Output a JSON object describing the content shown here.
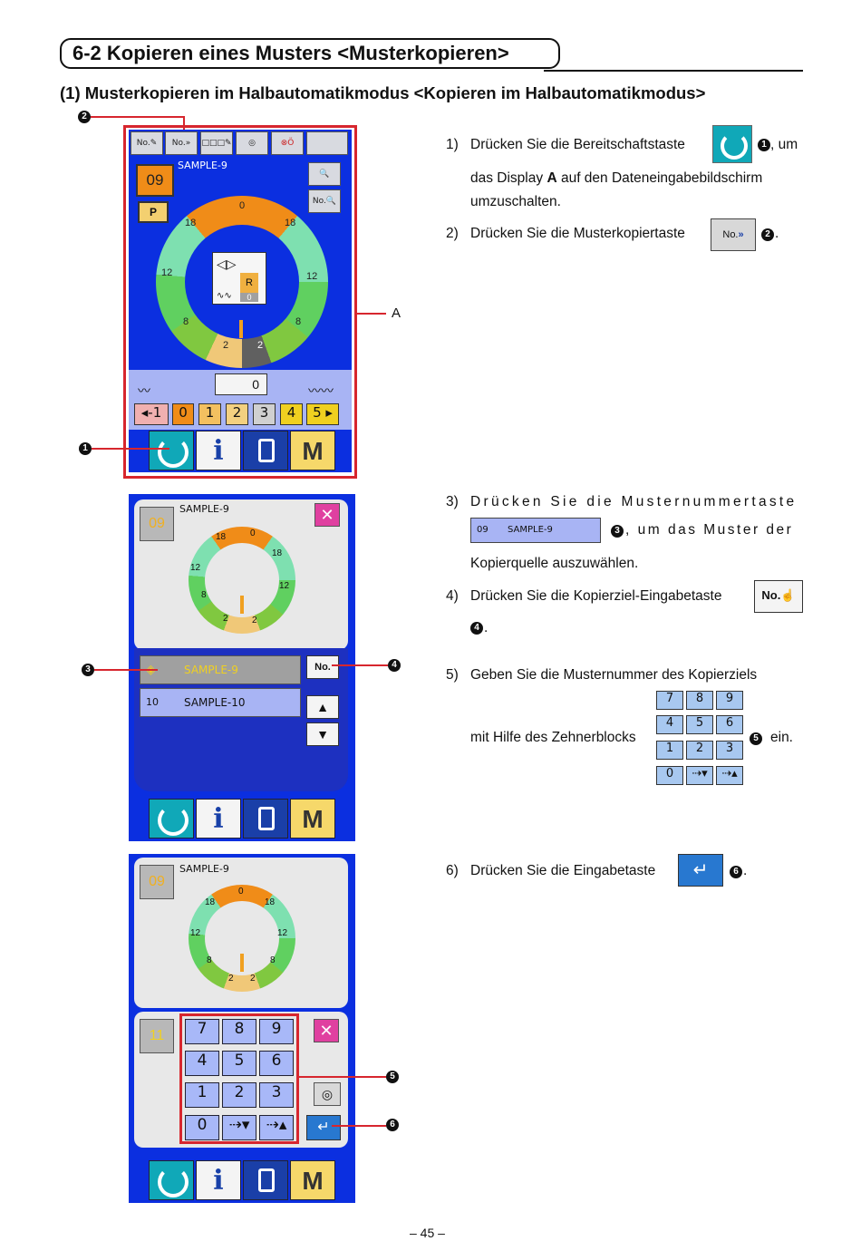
{
  "section_title": "6-2 Kopieren eines Musters <Musterkopieren>",
  "subsection_title": "(1) Musterkopieren im Halbautomatikmodus <Kopieren im Halbautomatikmodus>",
  "callouts": {
    "c1": "1",
    "c2": "2",
    "c3": "3",
    "c4": "4",
    "c5": "5",
    "c6": "6",
    "label_a": "A"
  },
  "screen1": {
    "pattern_no": "09",
    "pattern_name": "SAMPLE-9",
    "p_label": "P",
    "r_label": "R",
    "stitch_value": "0",
    "thread_value": "0",
    "ring_labels": [
      "0",
      "18",
      "18",
      "12",
      "12",
      "8",
      "8",
      "2",
      "2"
    ],
    "step_keys": [
      "◂-1",
      "0",
      "1",
      "2",
      "3",
      "4",
      "5 ▸"
    ],
    "bottom": {
      "i_label": "i",
      "m_label": "M"
    }
  },
  "screen2": {
    "pattern_no": "09",
    "pattern_name": "SAMPLE-9",
    "list_item_1": "SAMPLE-9",
    "list_item_2_no": "10",
    "list_item_2": "SAMPLE-10",
    "copy_target_key": "No.",
    "ring_labels": [
      "0",
      "18",
      "18",
      "12",
      "12",
      "8",
      "2",
      "2"
    ],
    "bottom": {
      "i_label": "i",
      "m_label": "M"
    }
  },
  "screen3": {
    "pattern_no": "09",
    "pattern_name": "SAMPLE-9",
    "target_no": "11",
    "keys": [
      "7",
      "8",
      "9",
      "4",
      "5",
      "6",
      "1",
      "2",
      "3",
      "0"
    ],
    "ring_labels": [
      "0",
      "18",
      "18",
      "12",
      "12",
      "8",
      "8",
      "2",
      "2"
    ],
    "bottom": {
      "i_label": "i",
      "m_label": "M"
    }
  },
  "steps": {
    "s1_num": "1)",
    "s1_a": "Drücken Sie die Bereitschaftstaste",
    "s1_b": ", um",
    "s1_c_pre": "das Display ",
    "s1_c_bold": "A",
    "s1_c_post": " auf den Dateneingabebildschirm",
    "s1_d": "umzuschalten.",
    "s2_num": "2)",
    "s2_a": "Drücken Sie die Musterkopiertaste",
    "s2_key": "No.",
    "s3_num": "3)",
    "s3_a": "Drücken Sie die Musternummertaste",
    "s3_key_no": "09",
    "s3_key": "SAMPLE-9",
    "s3_b": ", um das Muster der",
    "s3_c": "Kopierquelle auszuwählen.",
    "s4_num": "4)",
    "s4_a": "Drücken Sie die Kopierziel-Eingabetaste",
    "s4_key": "No.",
    "s5_num": "5)",
    "s5_a": "Geben Sie die Musternummer des Kopierziels",
    "s5_b": "mit Hilfe des Zehnerblocks",
    "s5_c": "ein.",
    "s5_keys": [
      "7",
      "8",
      "9",
      "4",
      "5",
      "6",
      "1",
      "2",
      "3",
      "0"
    ],
    "s6_num": "6)",
    "s6_a": "Drücken Sie die Eingabetaste"
  },
  "page_number": "– 45 –"
}
